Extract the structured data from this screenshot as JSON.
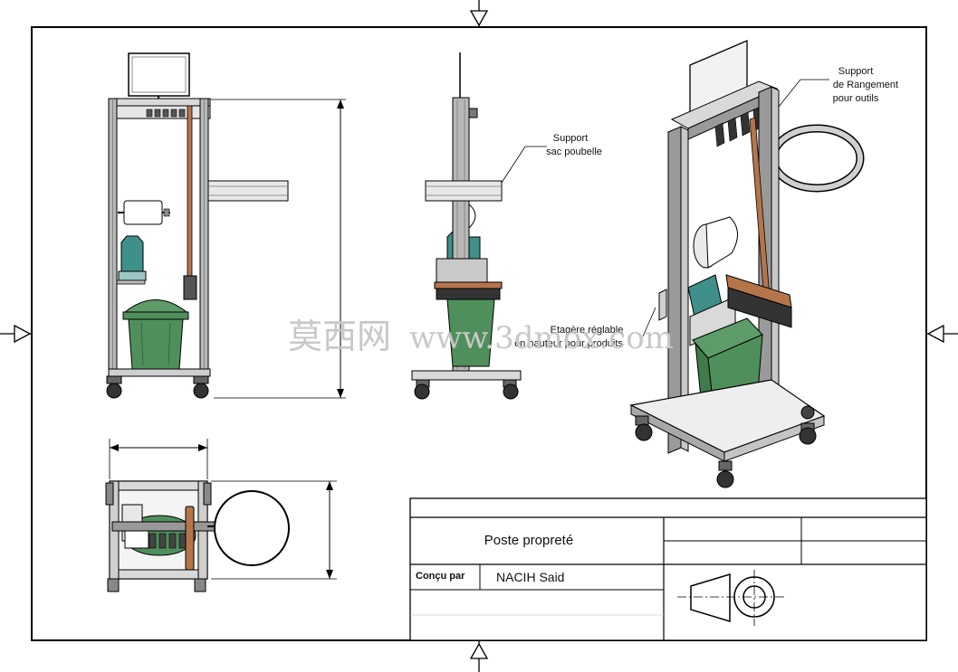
{
  "title_block": {
    "drawing_title": "Poste propreté",
    "designed_by_label": "Conçu par",
    "designed_by_name": "NACIH Said"
  },
  "callouts": {
    "tool_support_line1": "Support",
    "tool_support_line2": "de Rangement",
    "tool_support_line3": "pour outils",
    "bag_support_line1": "Support",
    "bag_support_line2": "sac poubelle",
    "shelf_line1": "Etagère réglable",
    "shelf_line2": "en hauteur pour produits"
  },
  "watermark": {
    "chinese": "莫西网",
    "url": "www.3dmox.com"
  },
  "colors": {
    "bin_green": "#4f8f5c",
    "bottle_teal": "#3f8f8a",
    "frame_grey": "#9a9a9a",
    "handle_brown": "#b5754a"
  }
}
